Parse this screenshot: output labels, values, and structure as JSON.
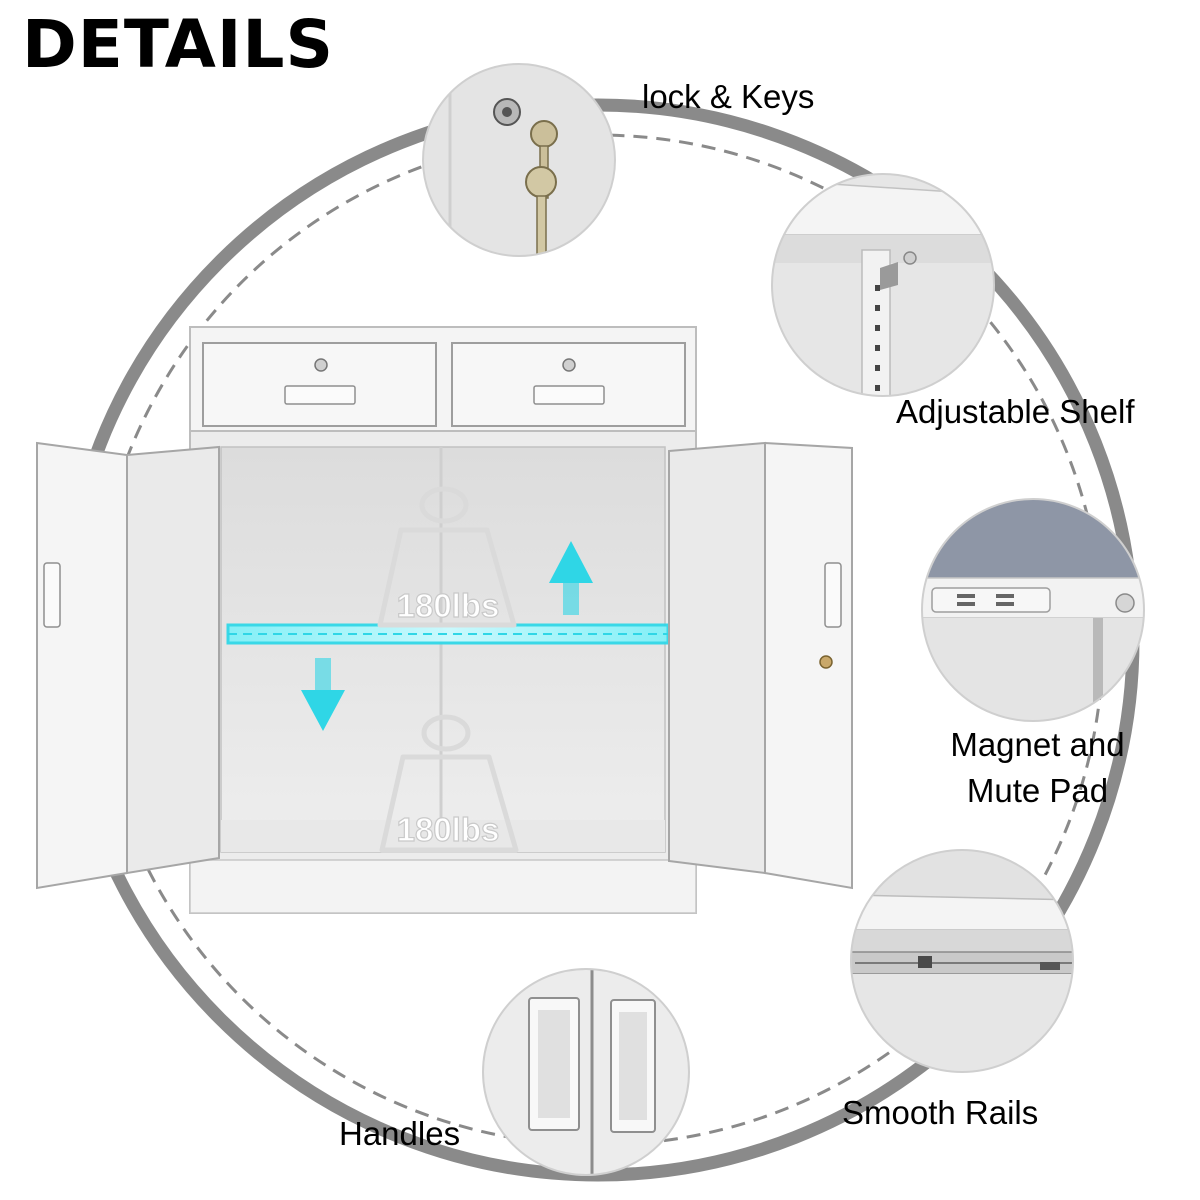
{
  "heading": "DETAILS",
  "features": {
    "lock": "lock & Keys",
    "shelf": "Adjustable Shelf",
    "magnet_line1": "Magnet and",
    "magnet_line2": "Mute Pad",
    "rails": "Smooth Rails",
    "handles": "Handles"
  },
  "load": {
    "upper": "180lbs",
    "lower": "180lbs"
  },
  "colors": {
    "ring": "#8a8a8a",
    "cabinet": "#f2f2f2",
    "accent": "#2fd6e6",
    "text": "#000000"
  }
}
